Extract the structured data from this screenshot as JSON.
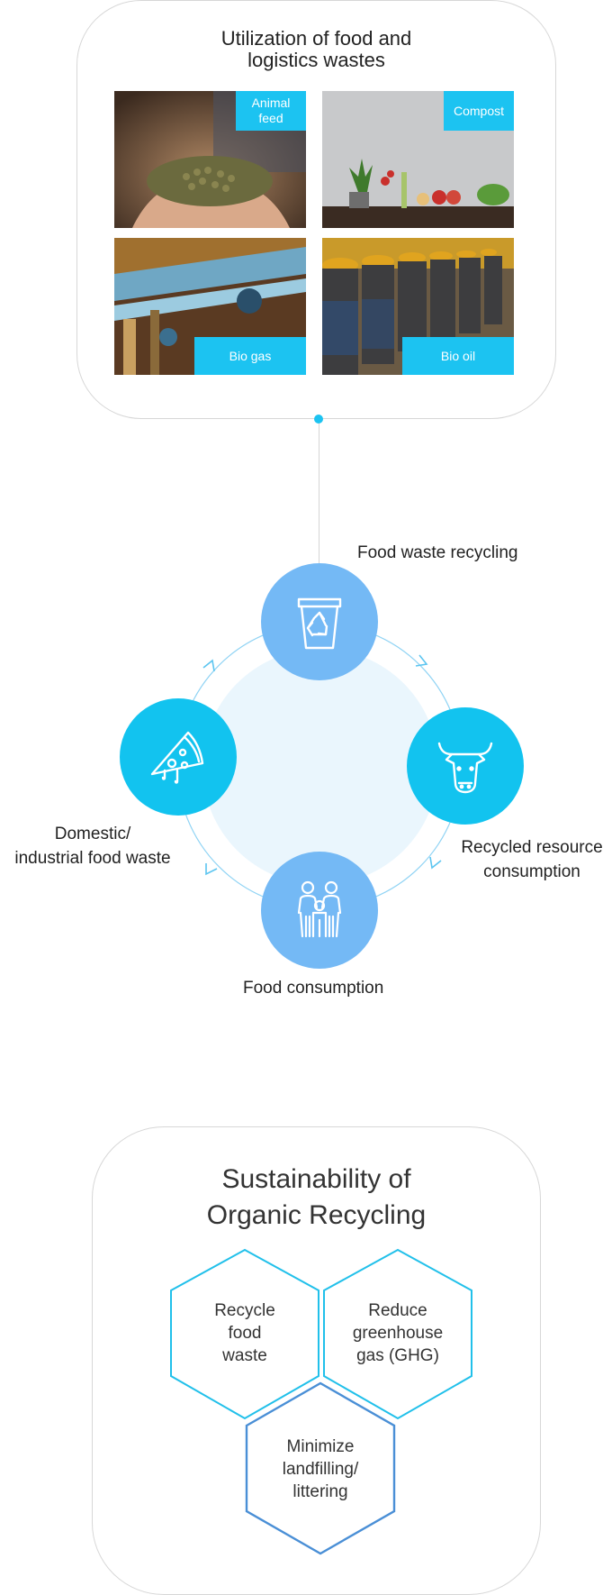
{
  "utilization": {
    "title_line1": "Utilization of food and",
    "title_line2": "logistics wastes",
    "tiles": [
      {
        "label_line1": "Animal",
        "label_line2": "feed"
      },
      {
        "label": "Compost"
      },
      {
        "label": "Bio gas"
      },
      {
        "label": "Bio oil"
      }
    ]
  },
  "cycle": {
    "nodes": [
      {
        "label": "Food waste recycling",
        "icon": "recycle-bin-icon"
      },
      {
        "label_line1": "Recycled resource",
        "label_line2": "consumption",
        "icon": "cow-icon"
      },
      {
        "label": "Food consumption",
        "icon": "family-icon"
      },
      {
        "label_line1": "Domestic/",
        "label_line2": "industrial food waste",
        "icon": "pizza-icon"
      }
    ]
  },
  "sustainability": {
    "title_line1": "Sustainability of",
    "title_line2": "Organic Recycling",
    "items": [
      {
        "lines": [
          "Recycle",
          "food",
          "waste"
        ]
      },
      {
        "lines": [
          "Reduce",
          "greenhouse",
          "gas (GHG)"
        ]
      },
      {
        "lines": [
          "Minimize",
          "landfilling/",
          "littering"
        ]
      }
    ]
  },
  "colors": {
    "accent_cyan": "#1cc3f1",
    "accent_light_blue": "#74b9f5",
    "hex_dark_blue": "#4a8fd6",
    "cycle_fill": "#eaf6fd"
  }
}
